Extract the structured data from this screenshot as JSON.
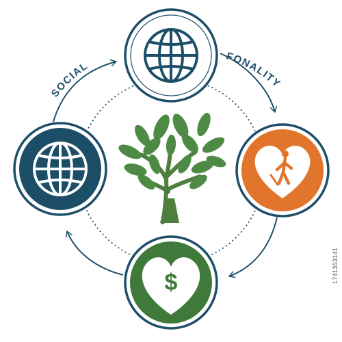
{
  "labels": {
    "social": "SOCIAL",
    "fonality": "FONALITY"
  },
  "stock_id": "1741353141",
  "icons": {
    "top": "globe-icon",
    "left": "globe-icon",
    "right": "heart-person-icon",
    "bottom": "heart-dollar-icon",
    "center": "tree-icon"
  },
  "symbols": {
    "dollar": "$"
  },
  "colors": {
    "navy": "#1d4e68",
    "orange": "#e0752b",
    "green": "#3f7a3a",
    "tree_green": "#4d8b45",
    "trunk": "#4f7f3f",
    "white": "#ffffff"
  }
}
